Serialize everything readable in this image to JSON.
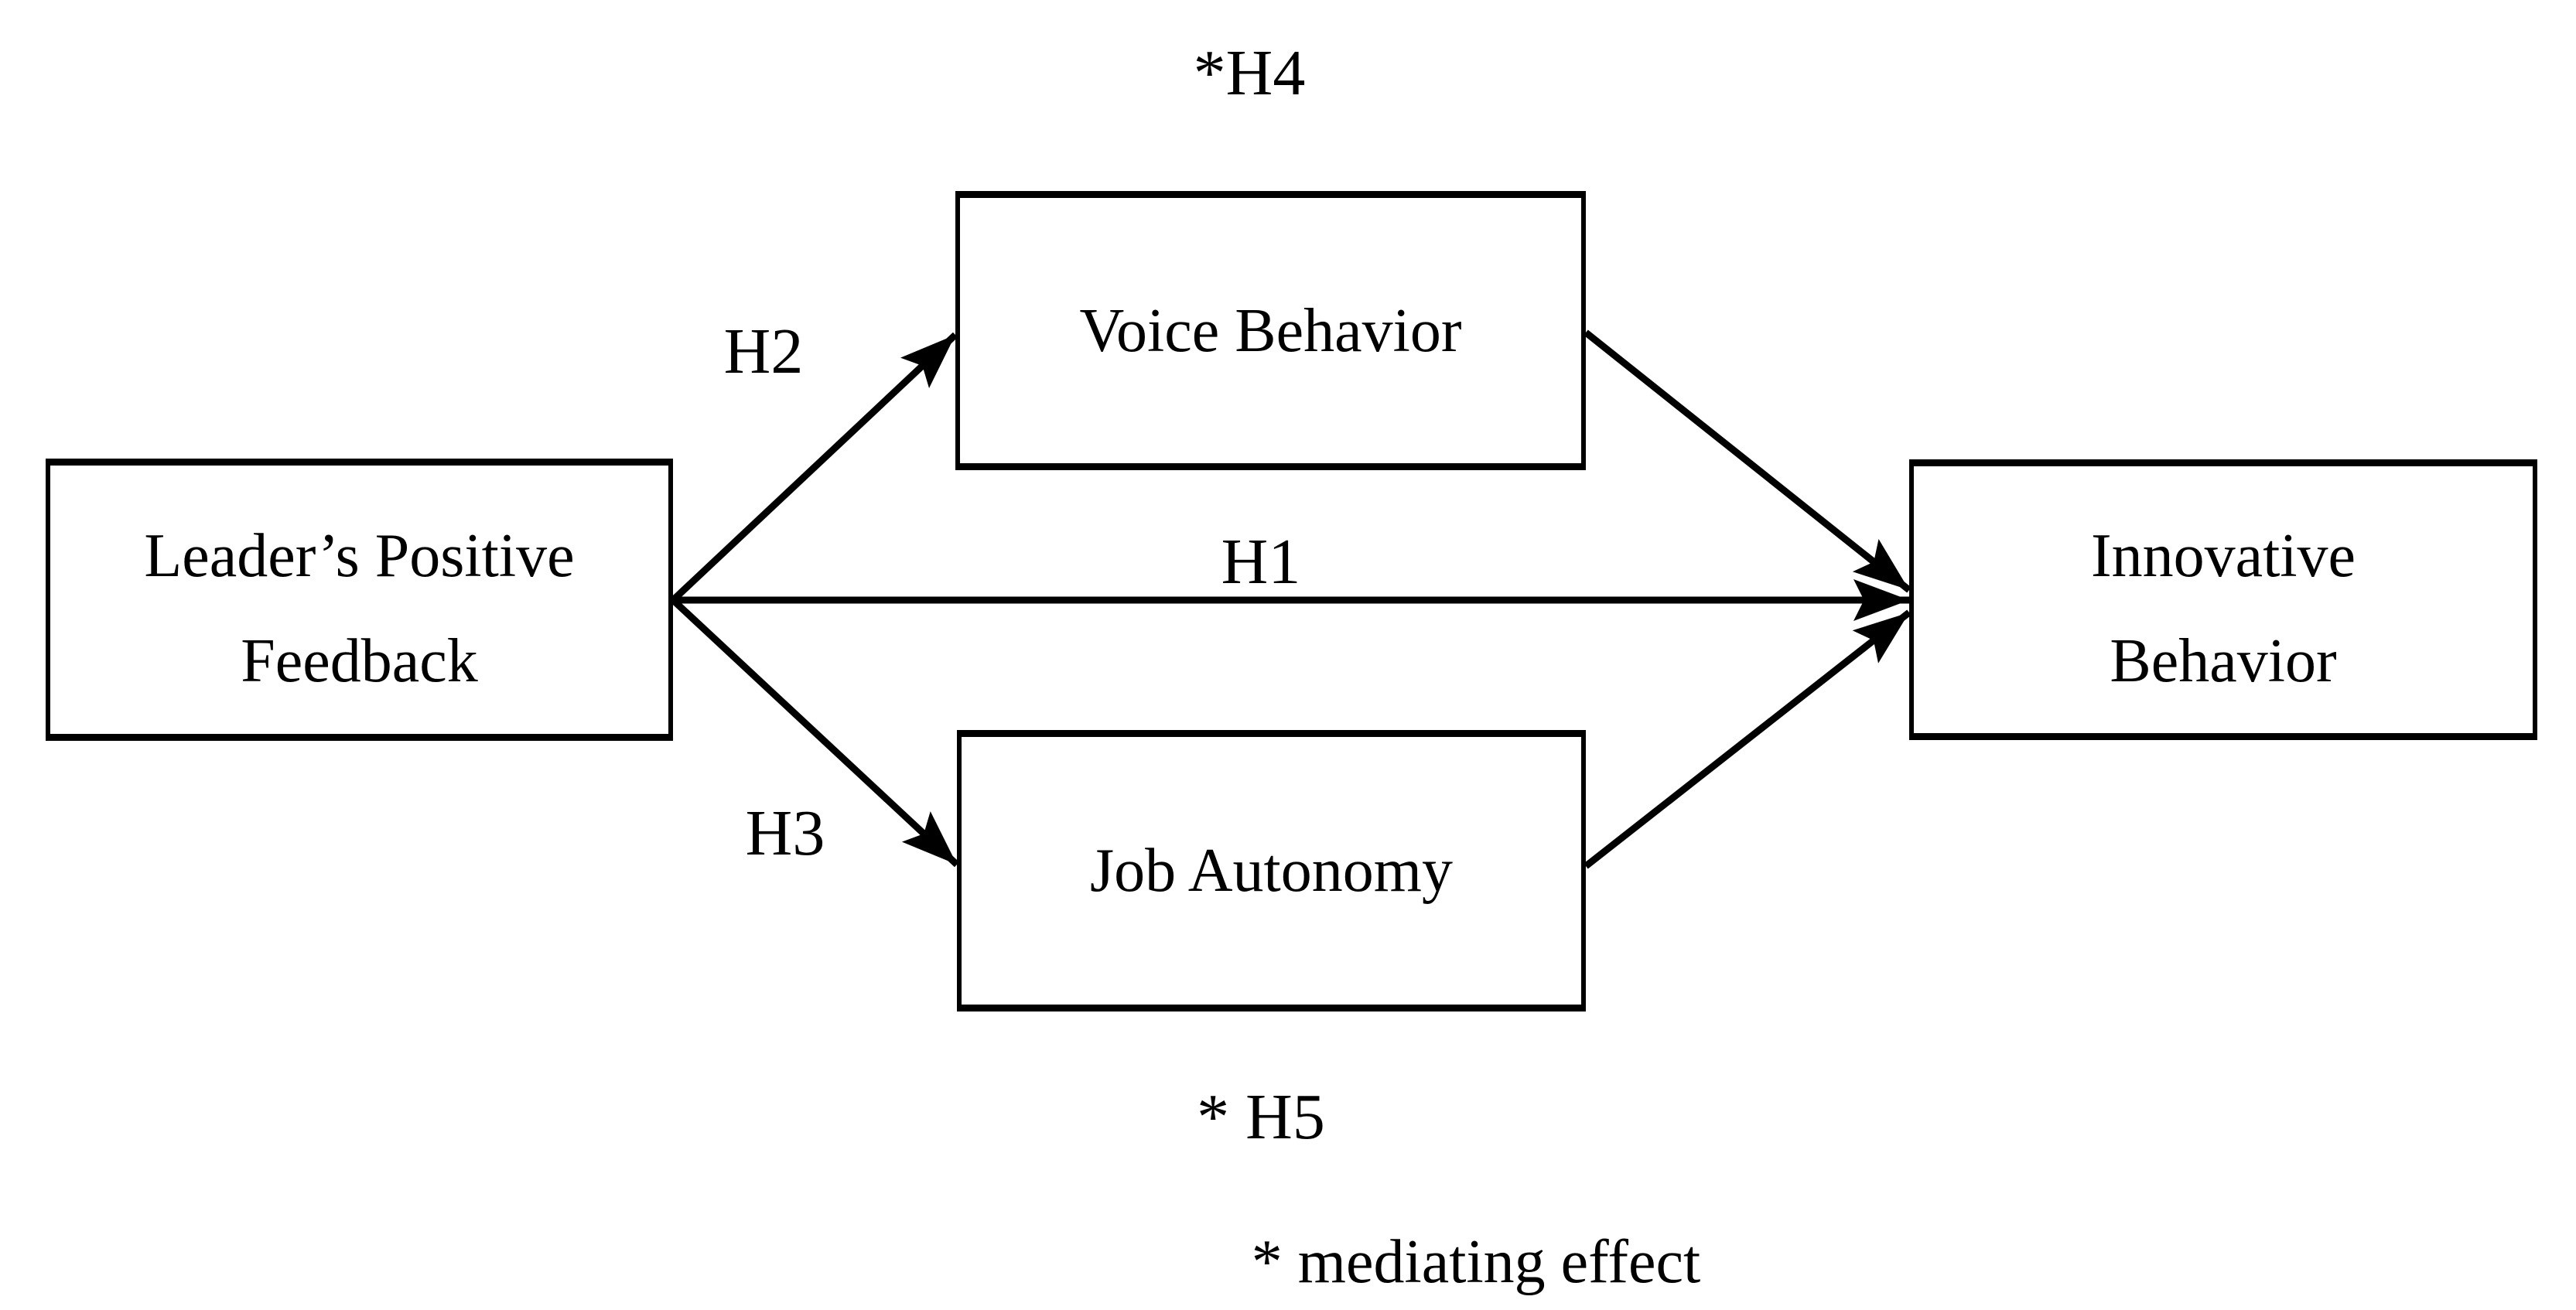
{
  "figure": {
    "boxes": {
      "leader": {
        "lines": [
          "Leader’s Positive",
          "Feedback"
        ]
      },
      "voice": {
        "lines": [
          "Voice Behavior"
        ]
      },
      "job": {
        "lines": [
          "Job Autonomy"
        ]
      },
      "innovative": {
        "lines": [
          "Innovative",
          "Behavior"
        ]
      }
    },
    "path_labels": {
      "h1": "H1",
      "h2": "H2",
      "h3": "H3",
      "h4": "*H4",
      "h5": "* H5"
    },
    "footnote": "* mediating effect",
    "colors": {
      "ink": "#000000",
      "background": "#ffffff"
    }
  }
}
